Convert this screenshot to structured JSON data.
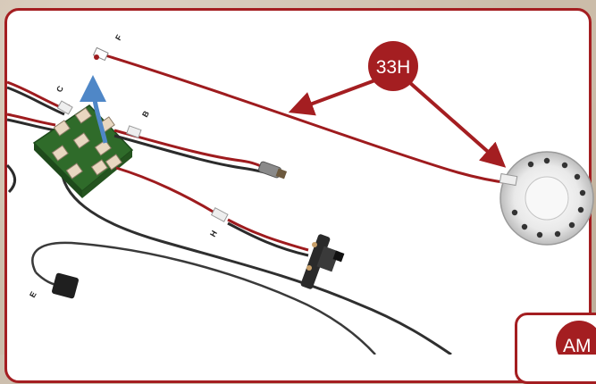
{
  "step": {
    "badge_label": "33H",
    "next_badge_label": "AM"
  },
  "connectors": {
    "f": "F",
    "c": "C",
    "b": "B",
    "h": "H",
    "e": "E"
  },
  "colors": {
    "frame_red": "#a41e21",
    "wire_red": "#9e1b1e",
    "wire_black": "#2b2b2b",
    "board_green": "#2f6b2a",
    "arrow_blue": "#4f87c7"
  }
}
